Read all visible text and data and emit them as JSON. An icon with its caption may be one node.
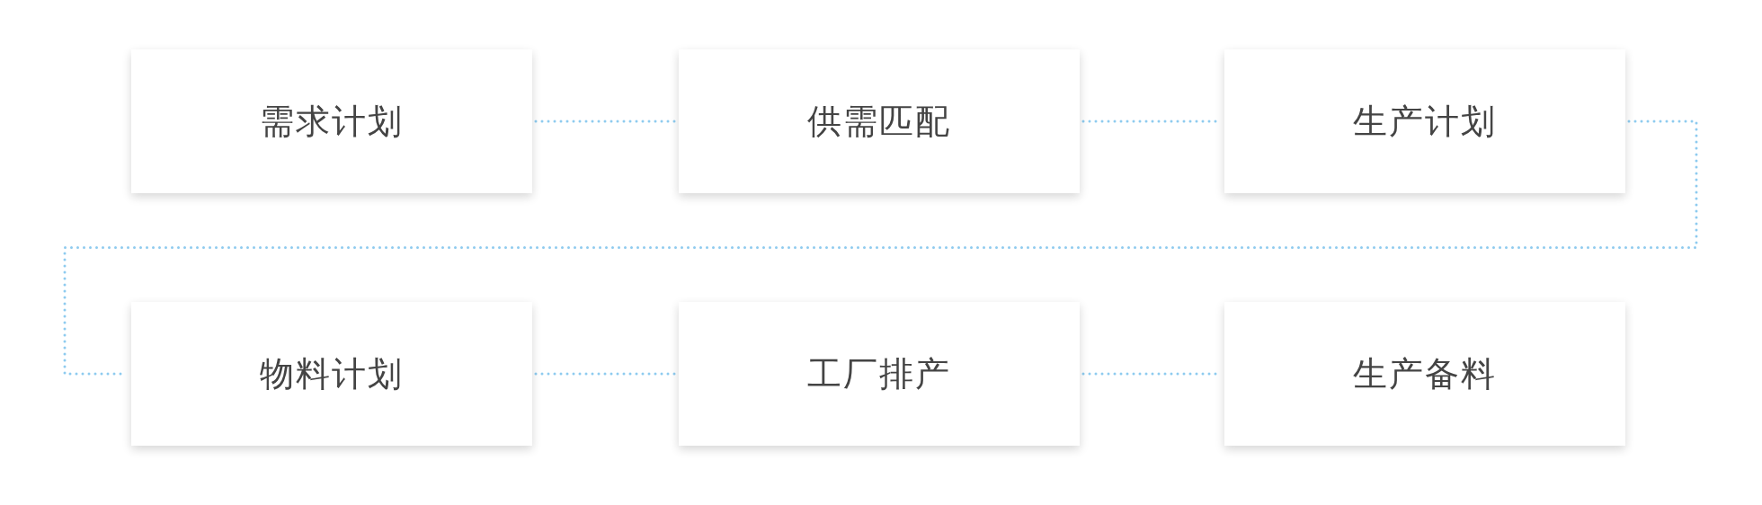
{
  "diagram": {
    "nodes": [
      {
        "text": [
          "需求计划"
        ]
      },
      {
        "text": [
          "供需匹配"
        ]
      },
      {
        "text": [
          "生产计划"
        ]
      },
      {
        "text": [
          "物料计划"
        ]
      },
      {
        "text": [
          "工厂排产"
        ]
      },
      {
        "text": [
          "生产备料"
        ]
      }
    ],
    "edges": [
      {
        "from": 0,
        "to": 1,
        "arrow": "none"
      },
      {
        "from": 1,
        "to": 2,
        "arrow": "none"
      },
      {
        "from": 2,
        "to": 3,
        "arrow": "none"
      },
      {
        "from": 3,
        "to": 4,
        "arrow": "none"
      },
      {
        "from": 4,
        "to": 5,
        "arrow": "none"
      }
    ]
  }
}
